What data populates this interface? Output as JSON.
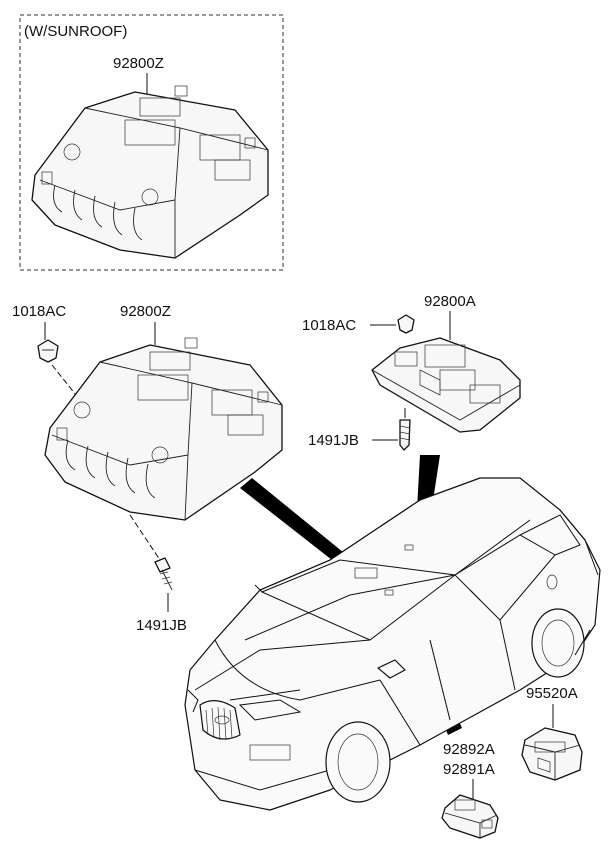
{
  "labels": {
    "sunroof_caption": "(W/SUNROOF)",
    "sunroof_console": "92800Z",
    "clip_left": "1018AC",
    "console_main": "92800Z",
    "screw_left": "1491JB",
    "clip_right": "1018AC",
    "map_lamp": "92800A",
    "screw_right": "1491JB",
    "room_lamp": "95520A",
    "vanity_lamp_a": "92892A",
    "vanity_lamp_b": "92891A"
  }
}
